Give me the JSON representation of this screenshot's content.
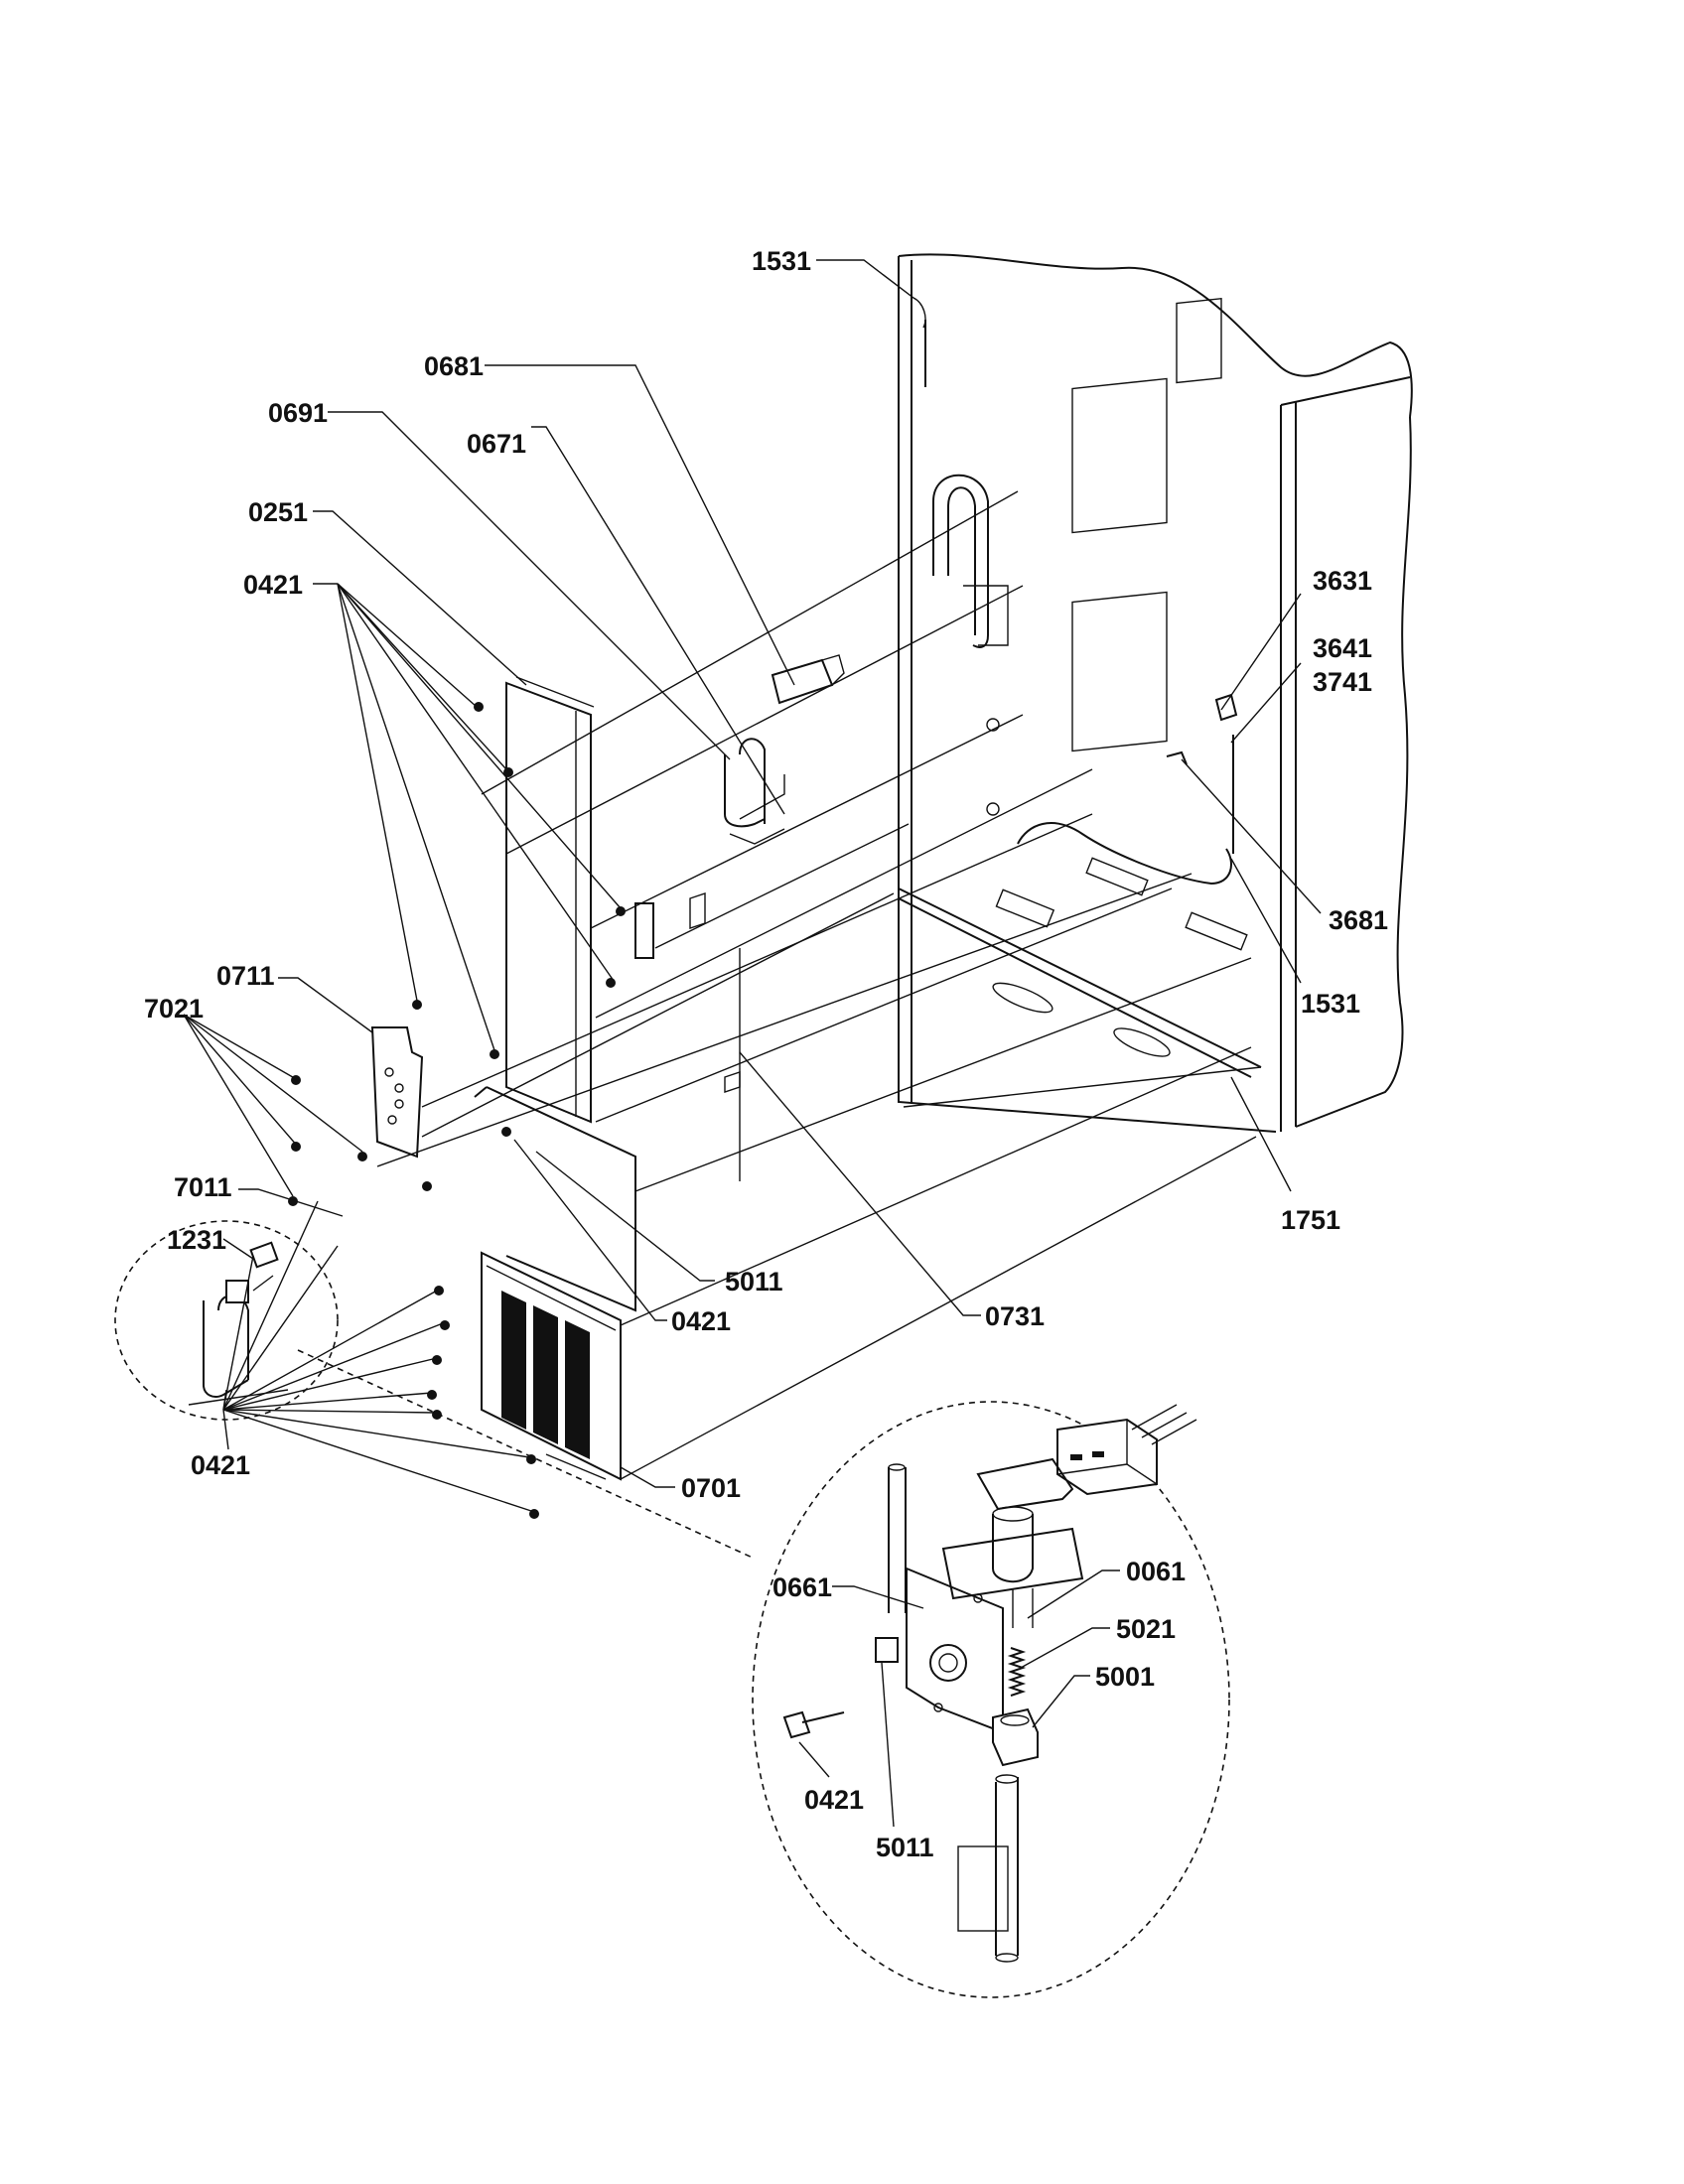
{
  "diagram": {
    "part_labels": [
      {
        "id": "p1531a",
        "text": "1531"
      },
      {
        "id": "p0681",
        "text": "0681"
      },
      {
        "id": "p0691",
        "text": "0691"
      },
      {
        "id": "p0671",
        "text": "0671"
      },
      {
        "id": "p0251",
        "text": "0251"
      },
      {
        "id": "p0421a",
        "text": "0421"
      },
      {
        "id": "p3631",
        "text": "3631"
      },
      {
        "id": "p3641",
        "text": "3641"
      },
      {
        "id": "p3741",
        "text": "3741"
      },
      {
        "id": "p3681",
        "text": "3681"
      },
      {
        "id": "p1531b",
        "text": "1531"
      },
      {
        "id": "p0711",
        "text": "0711"
      },
      {
        "id": "p7021",
        "text": "7021"
      },
      {
        "id": "p1751",
        "text": "1751"
      },
      {
        "id": "p7011",
        "text": "7011"
      },
      {
        "id": "p1231",
        "text": "1231"
      },
      {
        "id": "p5011a",
        "text": "5011"
      },
      {
        "id": "p0421b",
        "text": "0421"
      },
      {
        "id": "p0731",
        "text": "0731"
      },
      {
        "id": "p0421c",
        "text": "0421"
      },
      {
        "id": "p0701",
        "text": "0701"
      },
      {
        "id": "p0661",
        "text": "0661"
      },
      {
        "id": "p0061",
        "text": "0061"
      },
      {
        "id": "p5021",
        "text": "5021"
      },
      {
        "id": "p5001",
        "text": "5001"
      },
      {
        "id": "p0421d",
        "text": "0421"
      },
      {
        "id": "p5011b",
        "text": "5011"
      }
    ]
  }
}
